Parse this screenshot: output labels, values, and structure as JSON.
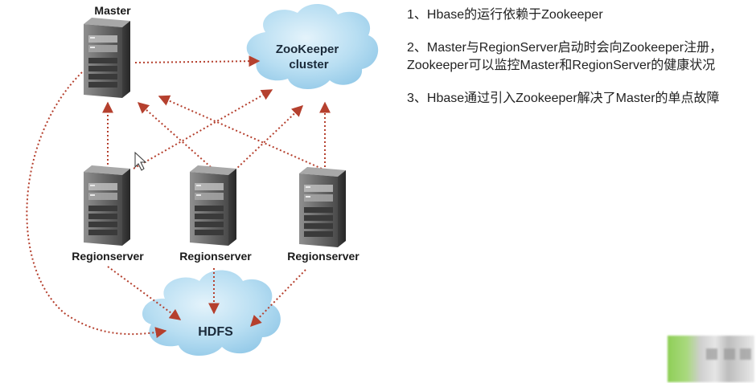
{
  "diagram": {
    "master_label": "Master",
    "zookeeper_label_line1": "ZooKeeper",
    "zookeeper_label_line2": "cluster",
    "regionservers": [
      {
        "label": "Regionserver"
      },
      {
        "label": "Regionserver"
      },
      {
        "label": "Regionserver"
      }
    ],
    "hdfs_label": "HDFS",
    "colors": {
      "cloud": "#a9d6ee",
      "arrow": "#b5402e",
      "server_dark": "#4a4a4a",
      "server_light": "#8a8a8a"
    }
  },
  "notes": [
    {
      "text": "1、Hbase的运行依赖于Zookeeper"
    },
    {
      "text": "2、Master与RegionServer启动时会向Zookeeper注册，Zookeeper可以监控Master和RegionServer的健康状况"
    },
    {
      "text": "3、Hbase通过引入Zookeeper解决了Master的单点故障"
    }
  ]
}
